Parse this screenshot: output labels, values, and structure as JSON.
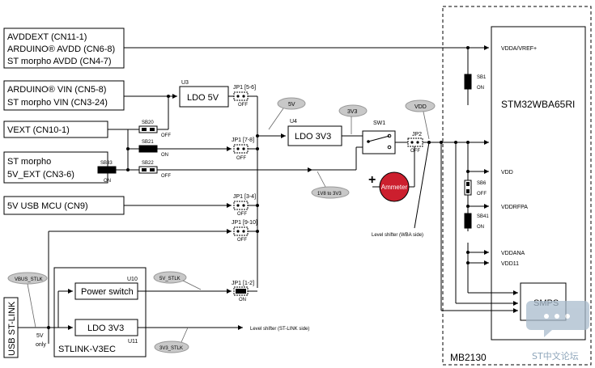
{
  "sources": {
    "avdd": [
      "AVDDEXT (CN11-1)",
      "ARDUINO® AVDD (CN6-8)",
      "ST morpho AVDD (CN4-7)"
    ],
    "vin": [
      "ARDUINO® VIN (CN5-8)",
      "ST morpho VIN (CN3-24)"
    ],
    "vext": "VEXT (CN10-1)",
    "morpho5v": [
      "ST morpho",
      "5V_EXT (CN3-6)"
    ],
    "usb_mcu": "5V USB MCU (CN9)",
    "usb_stlink": "USB ST-LINK"
  },
  "blocks": {
    "ldo5v": "LDO 5V",
    "u3": "U3",
    "ldo3v3": "LDO 3V3",
    "u4": "U4",
    "power_switch": "Power switch",
    "u10": "U10",
    "ldo3v3_stl": "LDO 3V3",
    "u11": "U11",
    "stlink": "STLINK-V3EC",
    "mcu": "STM32WBA65RI",
    "smps": "SMPS",
    "board": "MB2130",
    "ammeter": "Ammeter",
    "sw1": "SW1"
  },
  "jumpers": {
    "jp1_56": "JP1 [5-6]",
    "jp1_78": "JP1 [7-8]",
    "jp1_34": "JP1 [3-4]",
    "jp1_910": "JP1 [9-10]",
    "jp1_12": "JP1 [1-2]",
    "jp2": "JP2",
    "off": "OFF",
    "on": "ON"
  },
  "bridges": {
    "sb20": "SB20",
    "sb21": "SB21",
    "sb22": "SB22",
    "sb33": "SB33",
    "sb1": "SB1",
    "sb6": "SB6",
    "sb41": "SB41"
  },
  "pins": {
    "vdda": "VDDA/VREF+",
    "vdd": "VDD",
    "vddrfpa": "VDDRFPA",
    "vddana": "VDDANA",
    "vdd11": "VDD11"
  },
  "callouts": {
    "c5v": "5V",
    "c3v3": "3V3",
    "cvdd": "VDD",
    "c1v8": "1V8 to 3V3",
    "vbus": "VBUS_STLK",
    "v5stlk": "5V_STLK",
    "v3v3stlk": "3V3_STLK"
  },
  "notes": {
    "ls_wba": "Level shifter (WBA side)",
    "ls_stl": "Level shifter (ST-LINK side)",
    "five_v": "5V",
    "only": "only"
  },
  "watermark": "ST中文论坛"
}
